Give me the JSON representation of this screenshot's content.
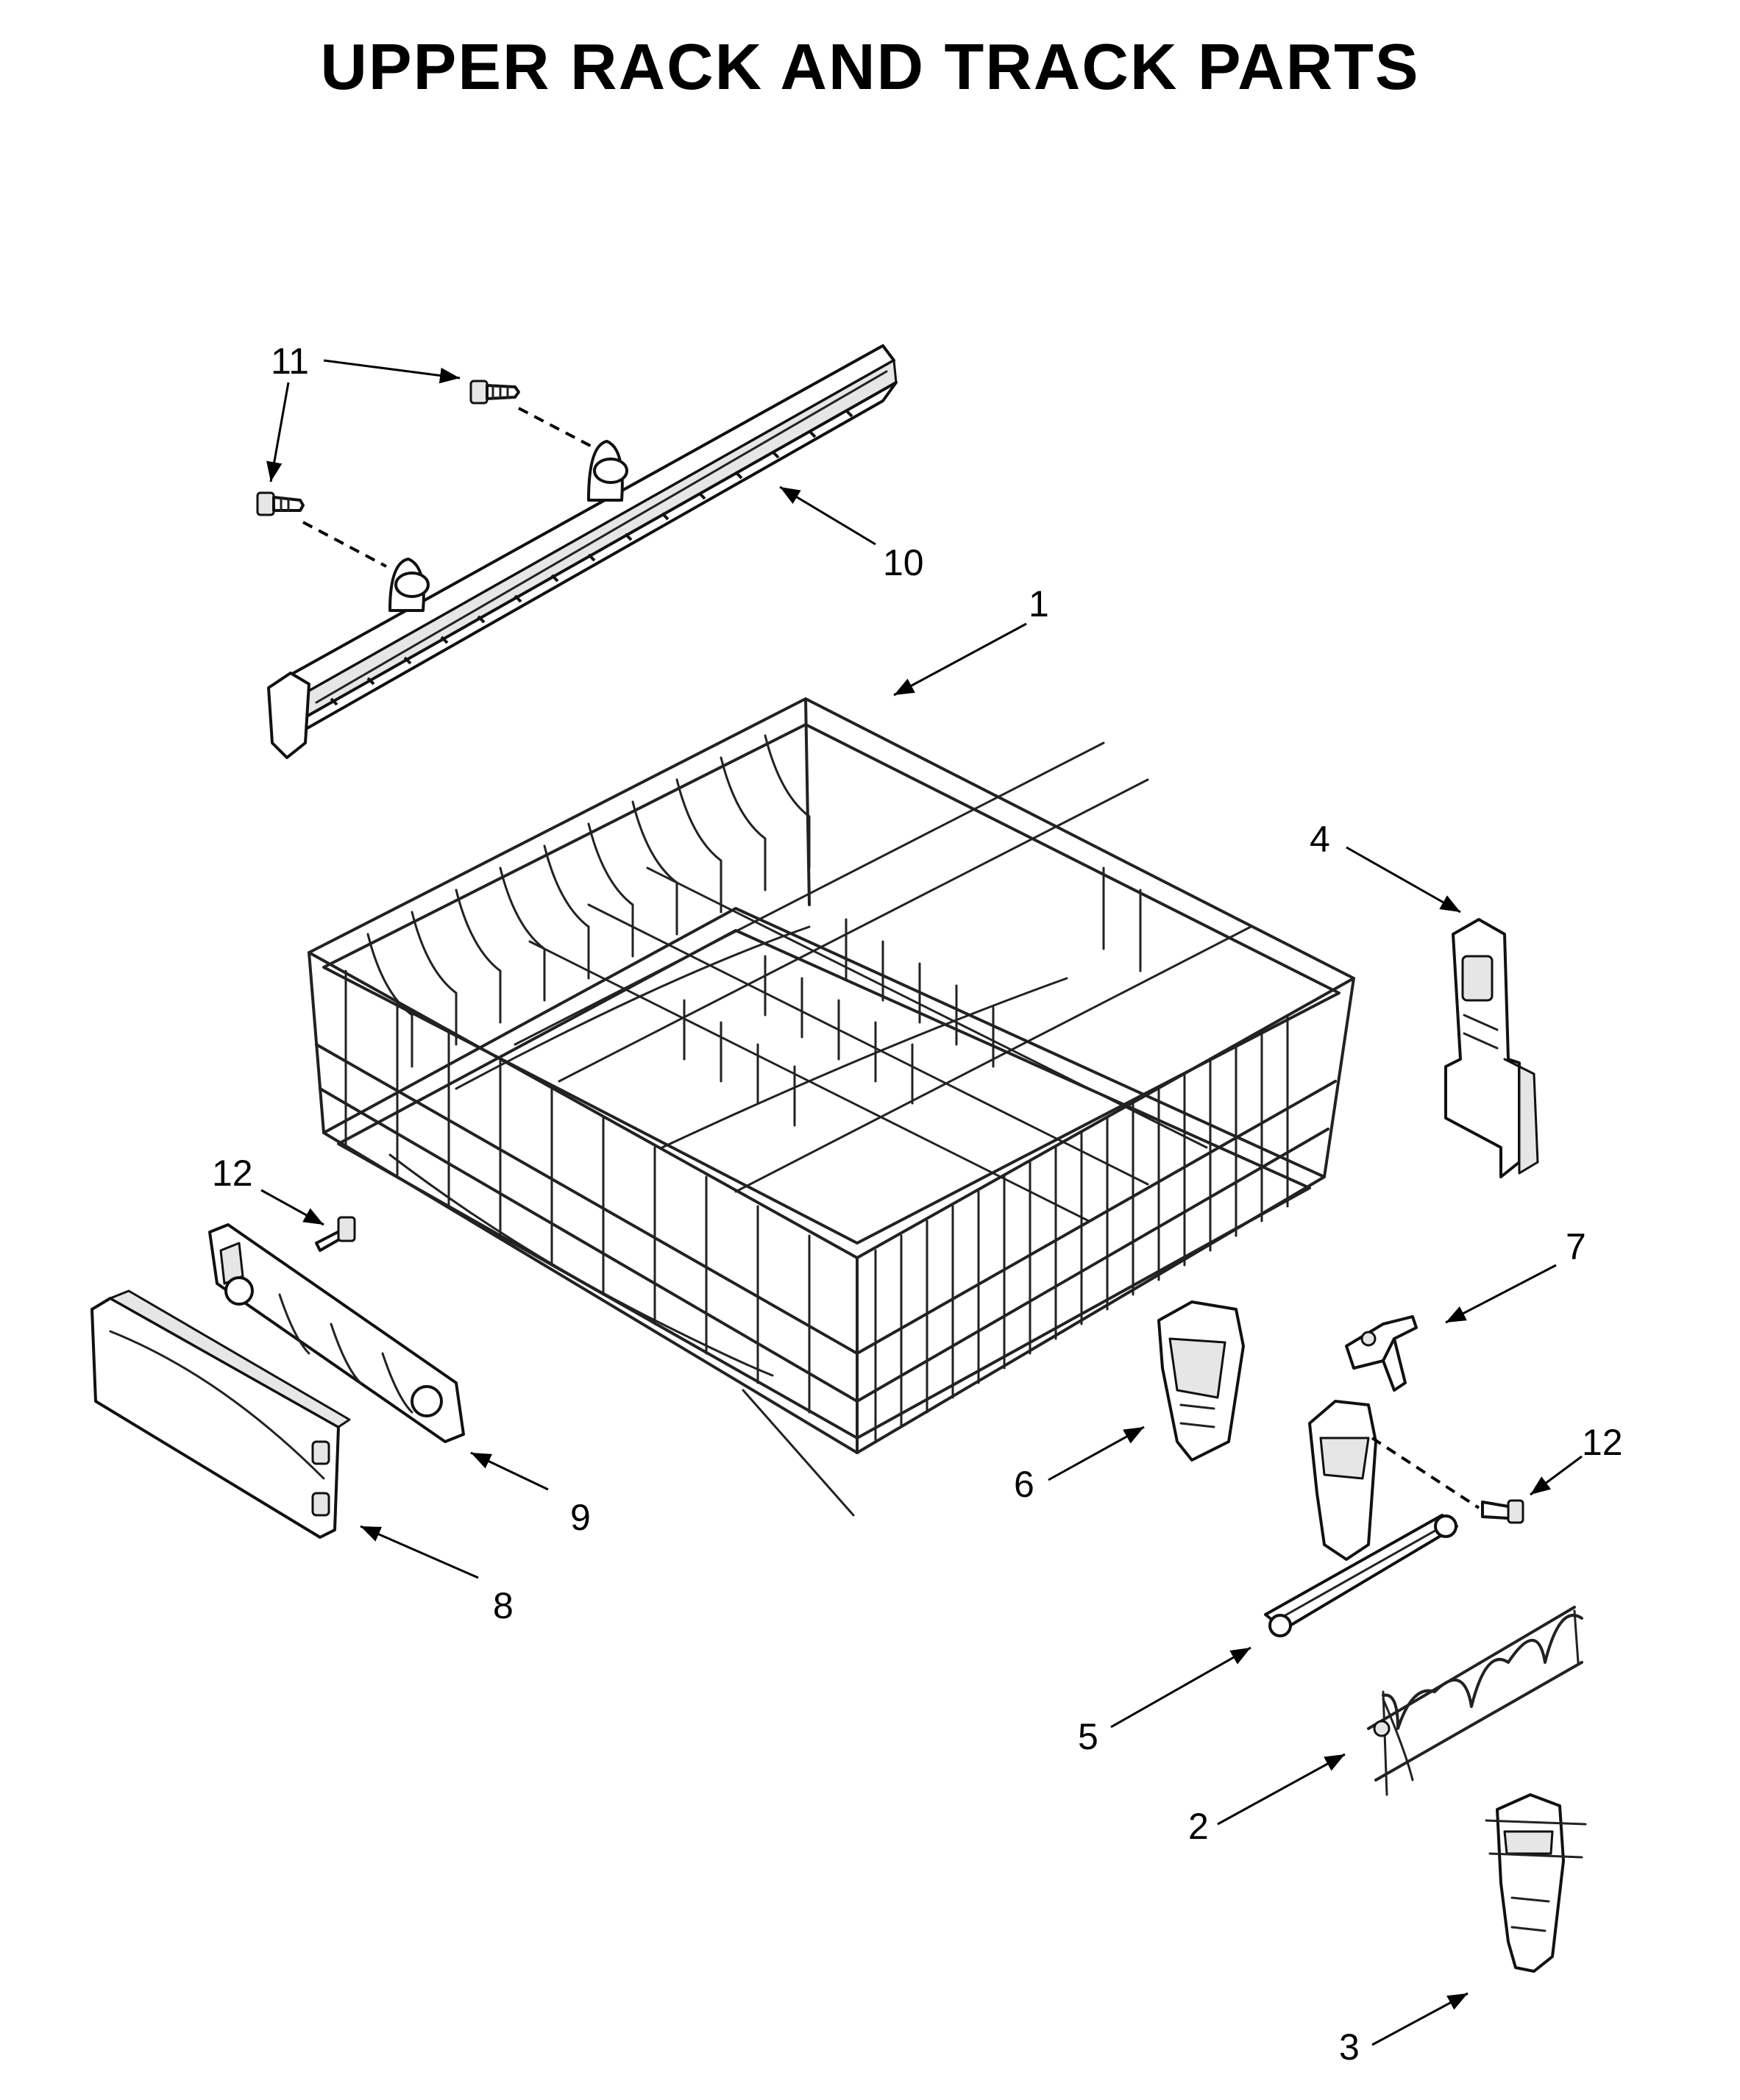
{
  "title": "UPPER RACK AND TRACK PARTS",
  "callouts": {
    "c1": "1",
    "c2": "2",
    "c3": "3",
    "c4": "4",
    "c5": "5",
    "c6": "6",
    "c7": "7",
    "c8": "8",
    "c9": "9",
    "c10": "10",
    "c11": "11",
    "c12a": "12",
    "c12b": "12"
  }
}
